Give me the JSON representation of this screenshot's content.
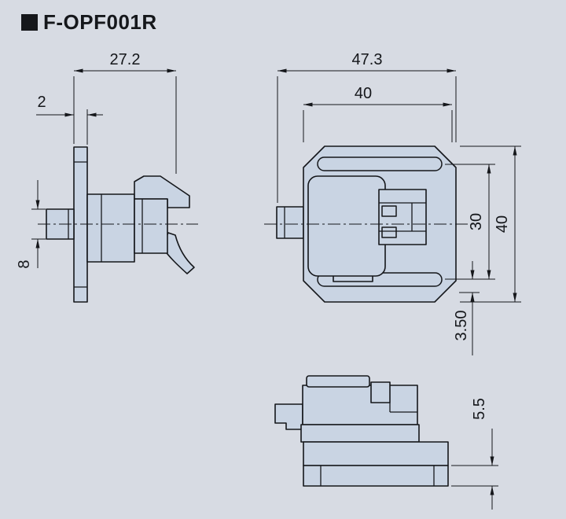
{
  "title": "F-OPF001R",
  "title_marker_icon": "black-square",
  "colors": {
    "background": "#d7dbe3",
    "part": "#c9d4e3",
    "line": "#15171b"
  },
  "views": {
    "side": {
      "dimensions": {
        "overall_width": "27.2",
        "flange_thickness": "2",
        "shaft_height": "8"
      }
    },
    "front": {
      "dimensions": {
        "overall_width": "47.3",
        "body_width": "40",
        "slot_spacing": "30",
        "body_height": "40",
        "slot_offset": "3.50"
      }
    },
    "bottom": {
      "dimensions": {
        "base_thickness": "5.5"
      }
    }
  }
}
